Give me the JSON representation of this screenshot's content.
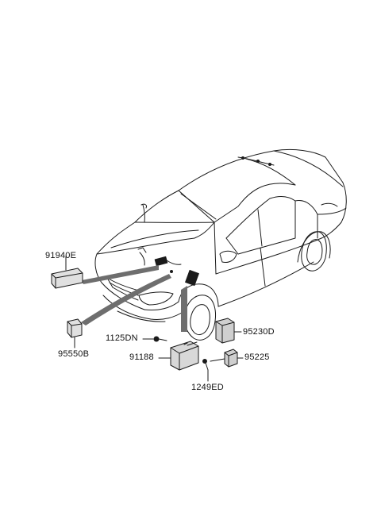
{
  "colors": {
    "line": "#1a1a1a",
    "leader_band": "#6e6e6e",
    "part_fill": "#cfcfcf",
    "part_dark": "#3a3a3a",
    "background": "#ffffff"
  },
  "parts": [
    {
      "id": "91940E",
      "label": "91940E",
      "icon": "relay-connector-icon"
    },
    {
      "id": "95550B",
      "label": "95550B",
      "icon": "relay-block-icon"
    },
    {
      "id": "1125DN",
      "label": "1125DN",
      "icon": "bolt-icon"
    },
    {
      "id": "91188",
      "label": "91188",
      "icon": "junction-box-icon"
    },
    {
      "id": "95230D",
      "label": "95230D",
      "icon": "relay-module-icon"
    },
    {
      "id": "95225",
      "label": "95225",
      "icon": "bracket-relay-icon"
    },
    {
      "id": "1249ED",
      "label": "1249ED",
      "icon": "screw-icon"
    }
  ]
}
